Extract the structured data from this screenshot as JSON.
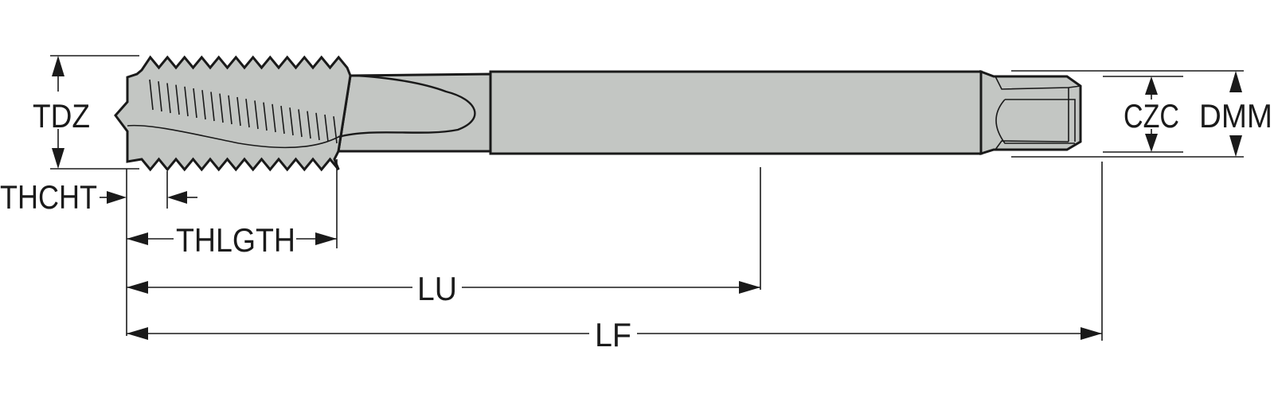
{
  "diagram": {
    "subject": "tap",
    "labels": {
      "tdz": "TDZ",
      "thcht": "THCHT",
      "thlgth": "THLGTH",
      "lu": "LU",
      "lf": "LF",
      "czc": "CZC",
      "dmm": "DMM"
    },
    "colors": {
      "body": "#c3c6c3",
      "line": "#1a1a1a",
      "background": "#ffffff"
    }
  }
}
